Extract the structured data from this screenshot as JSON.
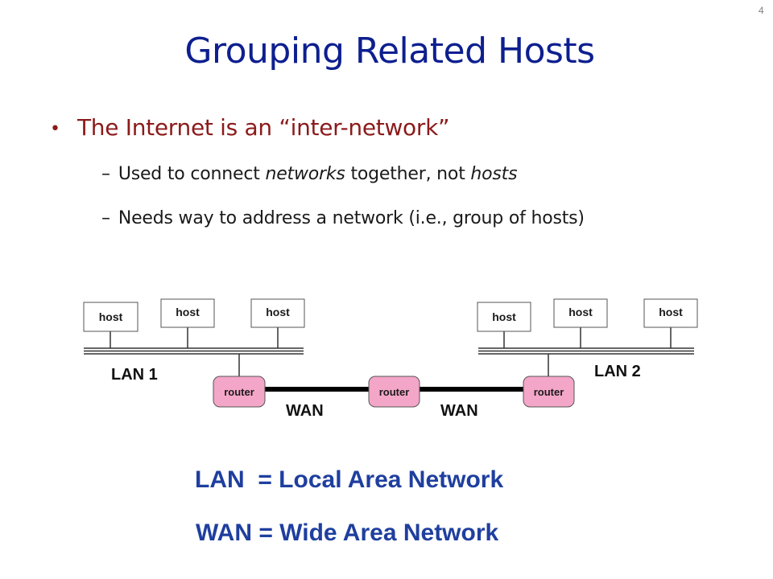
{
  "slide": {
    "number": "4",
    "title": "Grouping Related Hosts"
  },
  "bullets": {
    "main": "The Internet is an “inter-network”",
    "sub1": {
      "dash": "–",
      "before": "Used to connect ",
      "em1": "networks",
      "middle": " together, not ",
      "em2": "hosts"
    },
    "sub2": {
      "dash": "–",
      "text": "Needs way to address a network (i.e., group of hosts)"
    }
  },
  "diagram": {
    "host_label": "host",
    "router_label": "router",
    "lan1": "LAN 1",
    "lan2": "LAN 2",
    "wan_left": "WAN",
    "wan_right": "WAN"
  },
  "definitions": {
    "lan": "LAN  = Local Area Network",
    "wan": "WAN = Wide Area Network"
  },
  "colors": {
    "title": "#0d1f8f",
    "bullet": "#8b1a1a",
    "router_fill": "#f4a6c8",
    "definition": "#1f3f9f"
  }
}
